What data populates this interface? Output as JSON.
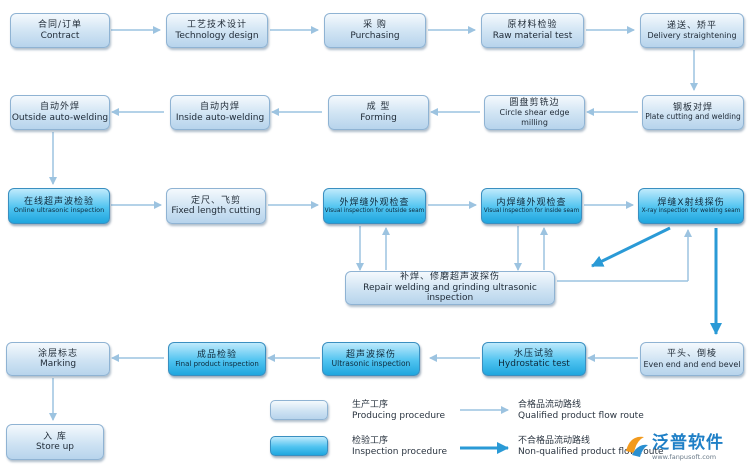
{
  "steps": [
    {
      "zh": "合同/订单",
      "en": "Contract"
    },
    {
      "zh": "工艺技术设计",
      "en": "Technology  design"
    },
    {
      "zh": "采    购",
      "en": "Purchasing"
    },
    {
      "zh": "原材料检验",
      "en": "Raw material test"
    },
    {
      "zh": "递送、矫平",
      "en": "Delivery straightening"
    },
    {
      "zh": "自动外焊",
      "en": "Outside auto-welding"
    },
    {
      "zh": "自动内焊",
      "en": "Inside auto-welding"
    },
    {
      "zh": "成    型",
      "en": "Forming"
    },
    {
      "zh": "圆盘剪铣边",
      "en": "Circle shear edge milling"
    },
    {
      "zh": "钢板对焊",
      "en": "Plate cutting and welding"
    },
    {
      "zh": "在线超声波检验",
      "en": "Online ultrasonic inspection"
    },
    {
      "zh": "定尺、飞剪",
      "en": "Fixed length cutting"
    },
    {
      "zh": "外焊缝外观检查",
      "en": "Visual inspection for outside seam"
    },
    {
      "zh": "内焊缝外观检查",
      "en": "Visual inspection for inside seam"
    },
    {
      "zh": "焊缝X射线探伤",
      "en": "X-ray inspection for welding seam"
    },
    {
      "zh": "补焊、修磨超声波探伤",
      "en": "Repair welding and grinding ultrasonic inspection"
    },
    {
      "zh": "涂层标志",
      "en": "Marking"
    },
    {
      "zh": "成品检验",
      "en": "Final product inspection"
    },
    {
      "zh": "超声波探伤",
      "en": "Ultrasonic inspection"
    },
    {
      "zh": "水压试验",
      "en": "Hydrostatic test"
    },
    {
      "zh": "平头、倒棱",
      "en": "Even end and end bevel"
    },
    {
      "zh": "入    库",
      "en": "Store up"
    }
  ],
  "legend": {
    "producing": {
      "zh": "生产工序",
      "en": "Producing procedure"
    },
    "inspection": {
      "zh": "检验工序",
      "en": "Inspection procedure"
    },
    "qualified": {
      "zh": "合格品流动路线",
      "en": "Qualified product flow route"
    },
    "nonqualified": {
      "zh": "不合格品流动路线",
      "en": "Non-qualified product flow route"
    }
  },
  "logo": {
    "name": "泛普软件",
    "url": "www.fanpusoft.com"
  },
  "colors": {
    "producing": "#cfe3f3",
    "inspection": "#3db8ec",
    "qualified_arrow": "#9cc3e0",
    "nonqualified_arrow": "#2a9ad6"
  }
}
